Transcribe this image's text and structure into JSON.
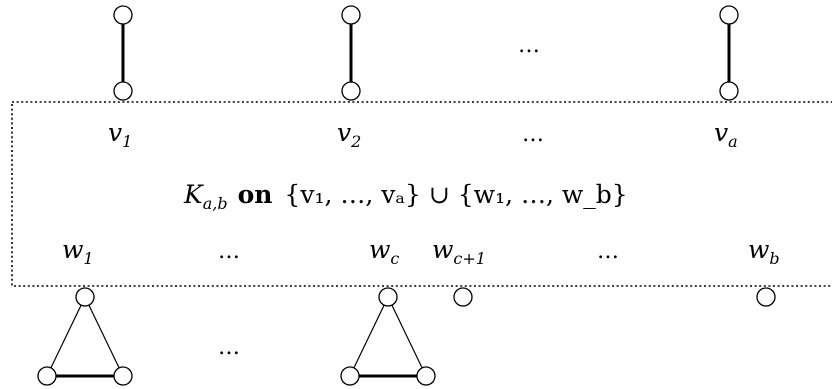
{
  "top_row": {
    "vertices": [
      {
        "name": "v",
        "sub": "1"
      },
      {
        "name": "v",
        "sub": "2"
      },
      {
        "name": "v",
        "sub": "a"
      }
    ],
    "ellipsis": "…"
  },
  "center_formula": {
    "graph": "K",
    "graph_sub": "a,b",
    "connector": "on",
    "set_expression": "{v₁, …, vₐ} ∪ {w₁, …, w_b}"
  },
  "bottom_row": {
    "vertices": [
      {
        "name": "w",
        "sub": "1"
      },
      {
        "name": "w",
        "sub": "c"
      },
      {
        "name": "w",
        "sub": "c+1"
      },
      {
        "name": "w",
        "sub": "b"
      }
    ],
    "ellipsis_left": "…",
    "ellipsis_right": "…"
  },
  "triangles_ellipsis": "…"
}
